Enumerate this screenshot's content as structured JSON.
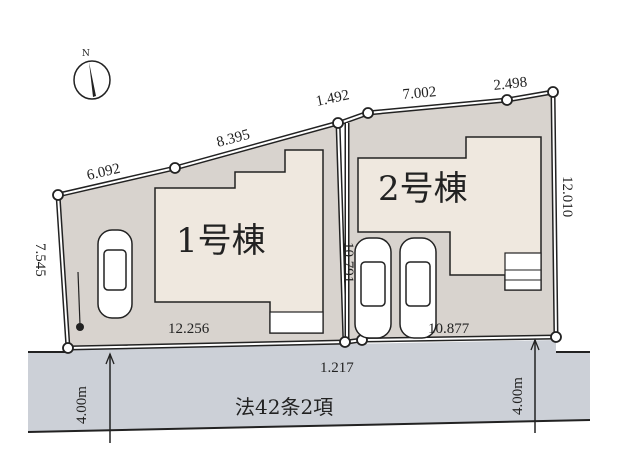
{
  "compass": {
    "label": "N"
  },
  "lots": [
    {
      "building_label": "1号棟",
      "dimensions": [
        "6.092",
        "8.395",
        "7.545",
        "12.256"
      ]
    },
    {
      "building_label": "2号棟",
      "dimensions": [
        "7.002",
        "2.498",
        "12.010",
        "10.877",
        "10.791"
      ]
    }
  ],
  "shared_dimensions": {
    "top_connector": "1.492",
    "bottom_connector": "1.217"
  },
  "road": {
    "label": "法42条2項",
    "width_left": "4.00m",
    "width_right": "4.00m"
  },
  "colors": {
    "lot": "#d8d3ce",
    "building": "#efe8df",
    "road": "#ccd0d7",
    "line": "#222222"
  }
}
